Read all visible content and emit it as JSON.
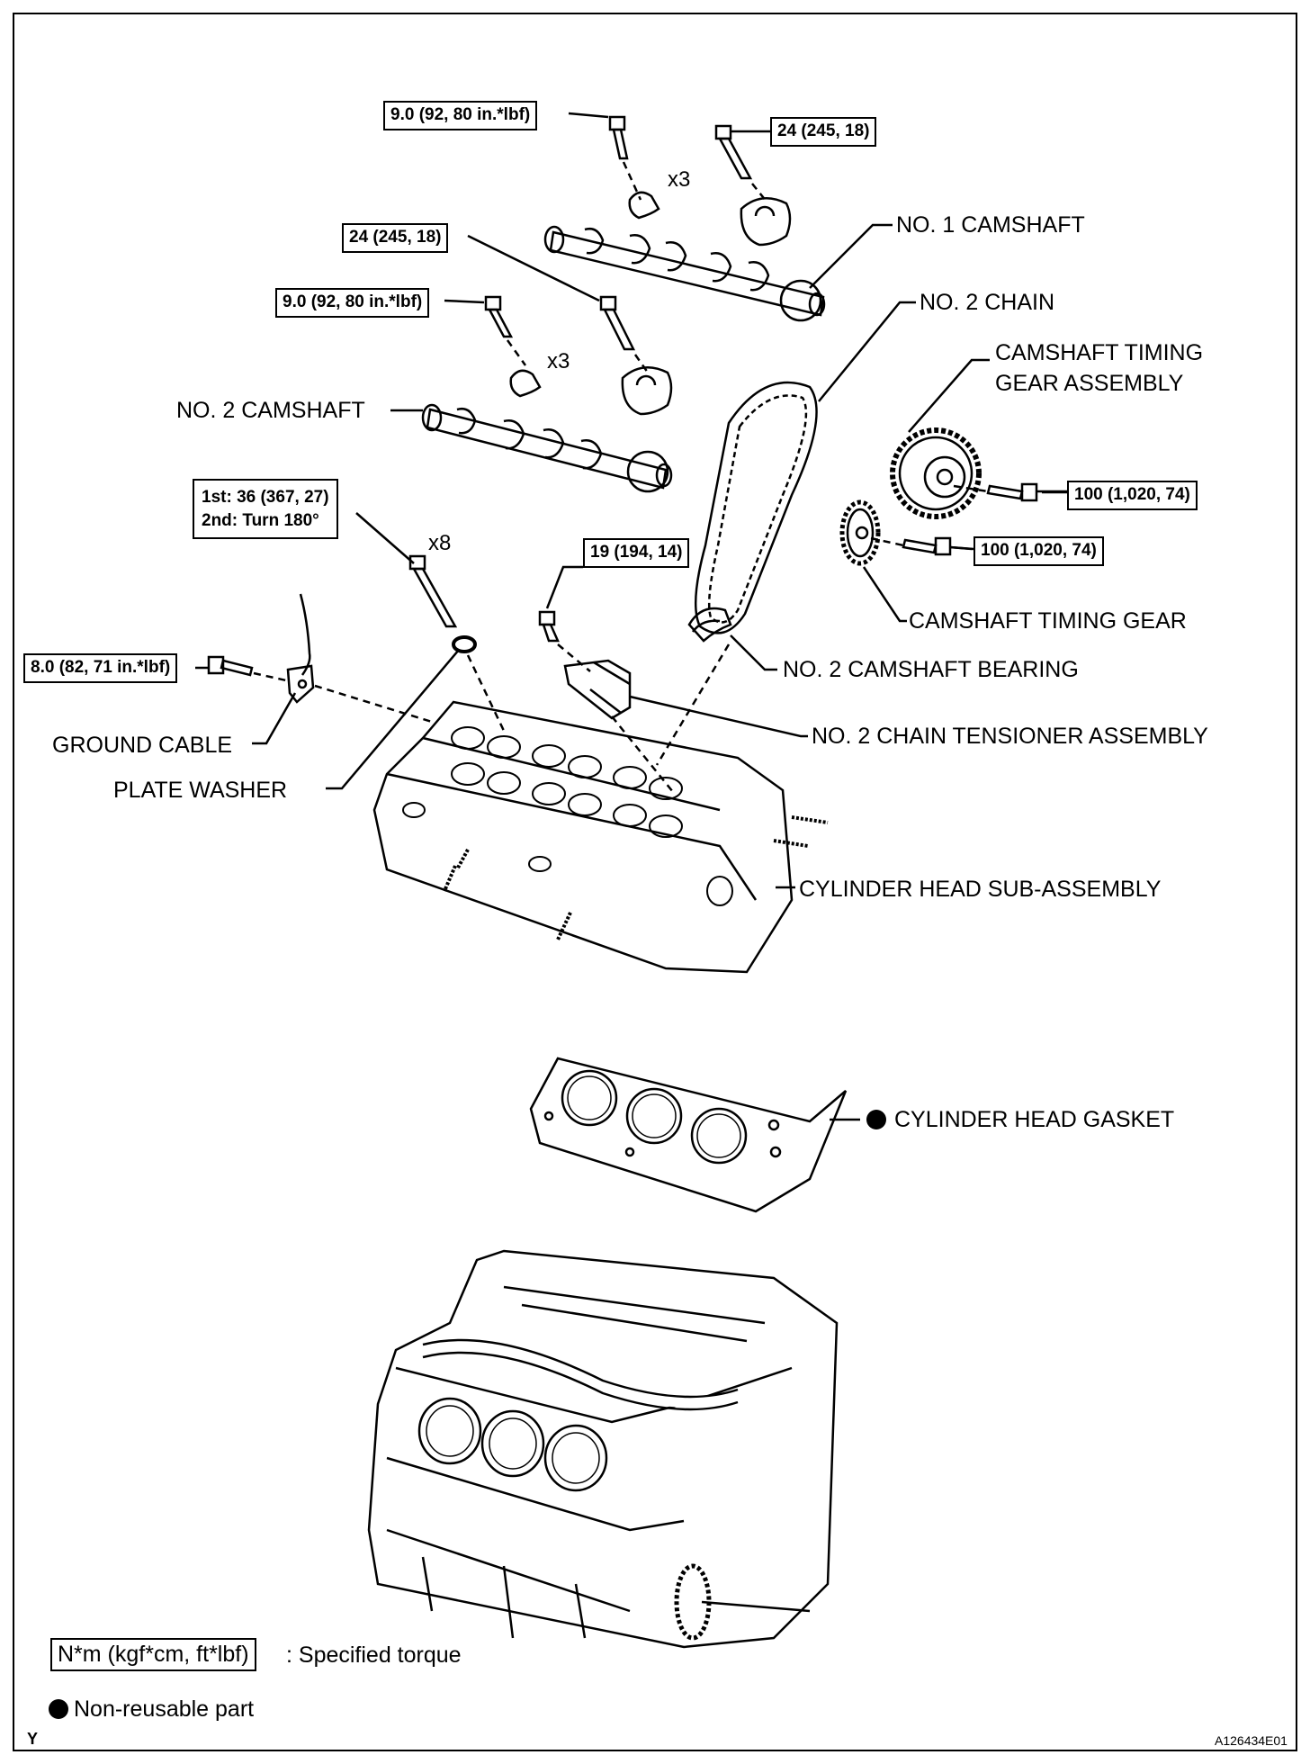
{
  "torque_specs": {
    "cam_cap_bolt_no1": "9.0 (92, 80 in.*lbf)",
    "cam_front_bolt_no1": "24 (245, 18)",
    "cam_front_bolt_no2": "24 (245, 18)",
    "cam_cap_bolt_no2": "9.0 (92, 80 in.*lbf)",
    "head_bolt_line1": "1st: 36 (367, 27)",
    "head_bolt_line2": "2nd: Turn 180°",
    "tensioner_bolt": "19 (194, 14)",
    "ground_bolt": "8.0 (82, 71 in.*lbf)",
    "timing_gear_assy_bolt": "100 (1,020, 74)",
    "timing_gear_bolt": "100 (1,020, 74)"
  },
  "quantities": {
    "x3_upper": "x3",
    "x3_lower": "x3",
    "x8": "x8"
  },
  "parts": {
    "no1_camshaft": "NO. 1 CAMSHAFT",
    "no2_chain": "NO. 2 CHAIN",
    "timing_gear_assy_line1": "CAMSHAFT TIMING",
    "timing_gear_assy_line2": "GEAR ASSEMBLY",
    "no2_camshaft": "NO. 2 CAMSHAFT",
    "timing_gear": "CAMSHAFT TIMING GEAR",
    "no2_cam_bearing": "NO. 2 CAMSHAFT BEARING",
    "ground_cable": "GROUND CABLE",
    "no2_chain_tensioner": "NO. 2 CHAIN TENSIONER ASSEMBLY",
    "plate_washer": "PLATE WASHER",
    "cylinder_head": "CYLINDER HEAD SUB-ASSEMBLY",
    "head_gasket": "CYLINDER HEAD GASKET"
  },
  "legend": {
    "torque_unit": "N*m (kgf*cm, ft*lbf)",
    "torque_desc": ": Specified torque",
    "nonreusable": "Non-reusable part"
  },
  "corner": {
    "left": "Y",
    "right": "A126434E01"
  }
}
